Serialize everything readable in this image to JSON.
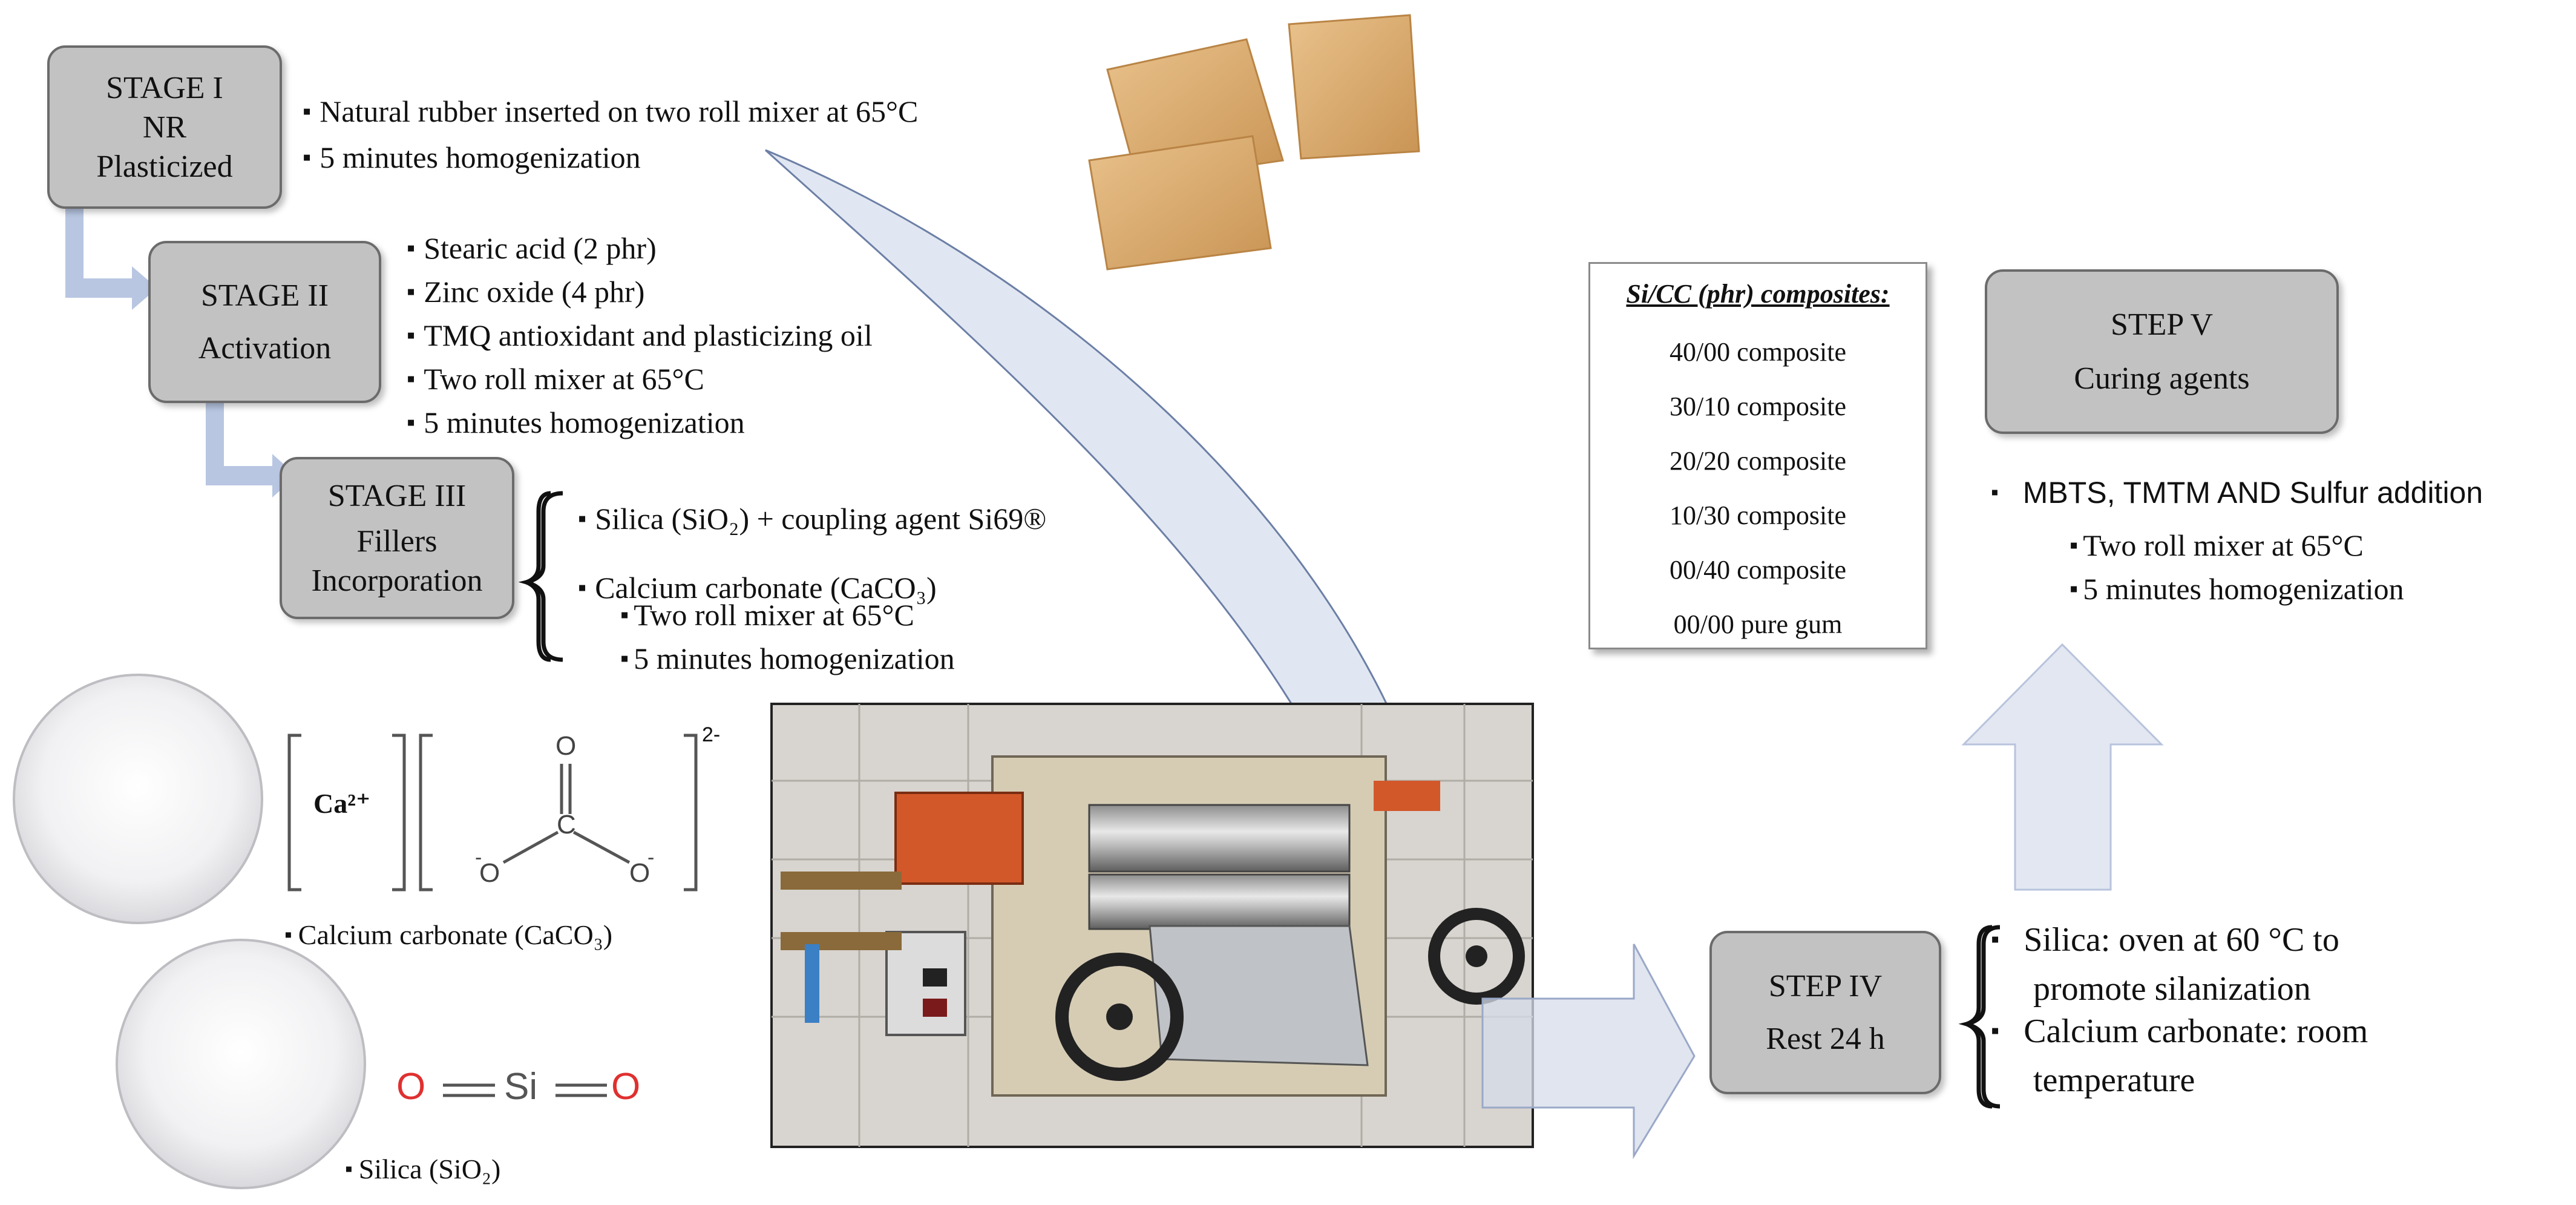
{
  "stages": {
    "stage1": {
      "title": "STAGE I",
      "line2": "NR",
      "line3": "Plasticized"
    },
    "stage2": {
      "title": "STAGE II",
      "line2": "Activation"
    },
    "stage3": {
      "title": "STAGE III",
      "line2": "Fillers",
      "line3": "Incorporation"
    }
  },
  "stage1_bullets": [
    "Natural rubber inserted on two roll mixer at 65°C",
    "5 minutes homogenization"
  ],
  "stage2_bullets": [
    "Stearic acid (2 phr)",
    "Zinc oxide (4 phr)",
    "TMQ antioxidant and plasticizing oil",
    "Two roll mixer at 65°C",
    "5 minutes homogenization"
  ],
  "stage3_bullets": {
    "silica": "Silica (SiO₂) + coupling agent Si69®",
    "calcium": "Calcium carbonate (CaCO₃)",
    "sub": [
      "Two roll mixer at 65°C",
      "5 minutes homogenization"
    ]
  },
  "chemistry": {
    "ca_ion": "Ca²⁺",
    "charge": "2-",
    "carbonate_c": "C",
    "carbonate_o_top": "O",
    "carbonate_o_left": "O",
    "carbonate_o_right": "O",
    "minus_left": "-",
    "minus_right": "-",
    "calcium_caption": "Calcium carbonate (CaCO₃)",
    "silica_o_left": "O",
    "silica_si": "Si",
    "silica_o_right": "O",
    "silica_caption": "Silica (SiO₂)"
  },
  "composites": {
    "header": "Si/CC (phr) composites:",
    "rows": [
      "40/00 composite",
      "30/10 composite",
      "20/20 composite",
      "10/30 composite",
      "00/40 composite",
      "00/00 pure gum"
    ]
  },
  "step5": {
    "title": "STEP V",
    "subtitle": "Curing agents",
    "bullet": "MBTS, TMTM AND Sulfur addition",
    "sub": [
      "Two roll mixer at 65°C",
      "5 minutes homogenization"
    ]
  },
  "step4": {
    "title": "STEP IV",
    "subtitle": "Rest 24 h",
    "bullets": [
      {
        "line1": "Silica: oven at 60 °C to",
        "line2": "promote silanization"
      },
      {
        "line1": "Calcium carbonate: room",
        "line2": "temperature"
      }
    ]
  },
  "colors": {
    "stage_fill": "#c2c2c2",
    "arrow_fill": "#d5dcea",
    "arrow_stage": "#b8c6e2",
    "red_atom": "#e03030"
  }
}
